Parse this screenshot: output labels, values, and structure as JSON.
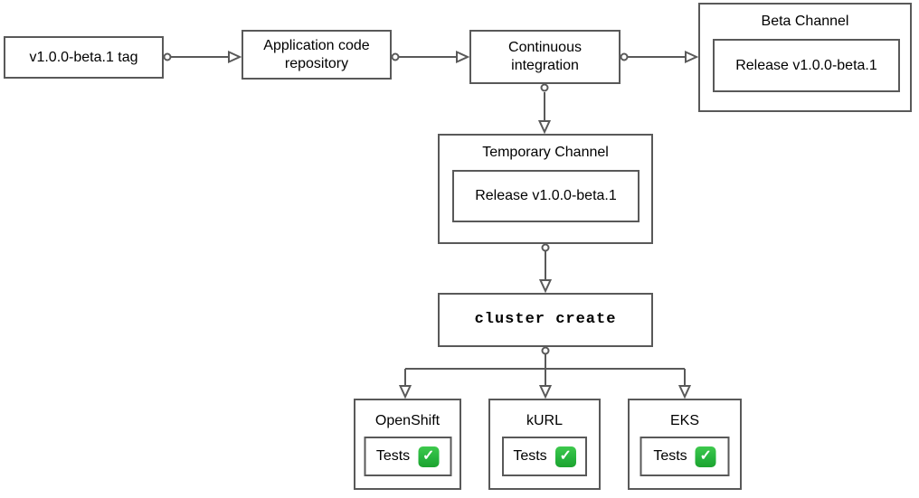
{
  "diagram": {
    "nodes": {
      "tag": {
        "label": "v1.0.0-beta.1 tag"
      },
      "repo": {
        "label": "Application code repository"
      },
      "ci": {
        "label": "Continuous integration"
      },
      "beta_channel": {
        "title": "Beta Channel",
        "release": "Release v1.0.0-beta.1"
      },
      "temporary_channel": {
        "title": "Temporary Channel",
        "release": "Release v1.0.0-beta.1"
      },
      "cluster_create": {
        "label": "cluster create"
      },
      "openshift": {
        "title": "OpenShift",
        "tests_label": "Tests",
        "check": "✓"
      },
      "kurl": {
        "title": "kURL",
        "tests_label": "Tests",
        "check": "✓"
      },
      "eks": {
        "title": "EKS",
        "tests_label": "Tests",
        "check": "✓"
      }
    },
    "colors": {
      "stroke": "#595959",
      "text": "#000000",
      "check_green": "#27b43e",
      "background": "#ffffff"
    }
  }
}
